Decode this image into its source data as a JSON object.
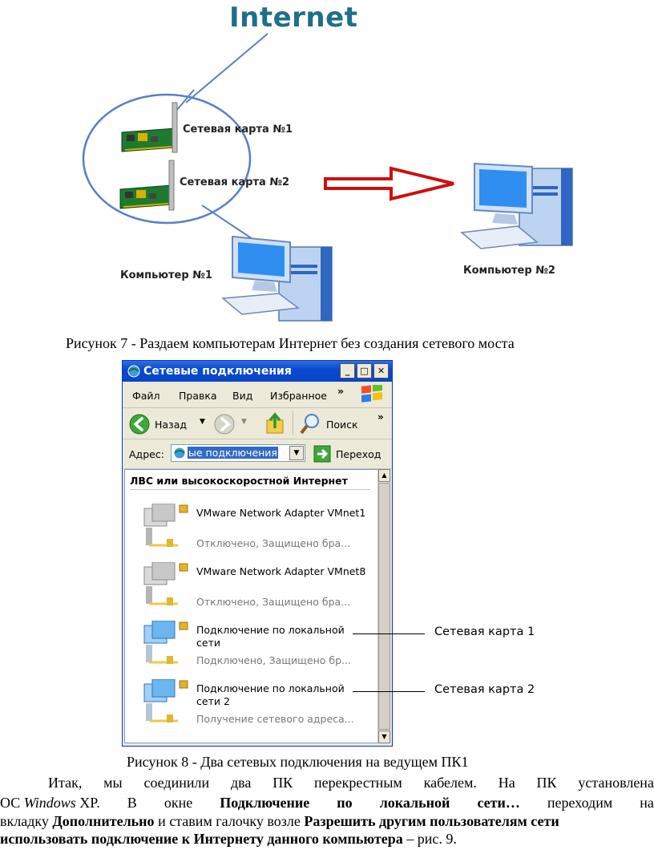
{
  "figure7": {
    "internet_label": "Internet",
    "card1_label": "Сетевая карта №1",
    "card2_label": "Сетевая карта №2",
    "computer1_label": "Компьютер №1",
    "computer2_label": "Компьютер №2",
    "caption": "Рисунок 7 - Раздаем компьютерам Интернет без создания сетевого моста"
  },
  "figure8": {
    "window_title": "Сетевые подключения",
    "menu": [
      "Файл",
      "Правка",
      "Вид",
      "Избранное"
    ],
    "menu_more": "»",
    "toolbar": {
      "back": "Назад",
      "search": "Поиск",
      "more": "»"
    },
    "address": {
      "label": "Адрес:",
      "value": "ые подключения",
      "go": "Переход"
    },
    "group_header": "ЛВС или высокоскоростной Интернет",
    "connections": [
      {
        "name": "VMware Network Adapter VMnet1",
        "status": "Отключено, Защищено бра..."
      },
      {
        "name": "VMware Network Adapter VMnet8",
        "status": "Отключено, Защищено бра..."
      },
      {
        "name": "Подключение по локальной сети",
        "status": "Подключено, Защищено бр..."
      },
      {
        "name": "Подключение по локальной сети 2",
        "status": "Получение сетевого адреса..."
      }
    ],
    "annotations": [
      "Сетевая карта 1",
      "Сетевая карта 2"
    ],
    "caption": "Рисунок 8 - Два сетевых подключения на ведущем ПК1"
  },
  "body": {
    "line1": [
      "Итак,",
      "мы",
      "соединили",
      "два",
      "ПК",
      "перекрестным",
      "кабелем.",
      "На",
      "ПК",
      "установлена"
    ],
    "line2_a": "ОС",
    "line2_b": "Windows",
    "line2_c": "XP.",
    "line2_d": "В",
    "line2_e": "окне",
    "line2_f": "Подключение",
    "line2_g": "по",
    "line2_h": "локальной",
    "line2_i": "сети…",
    "line2_j": "переходим",
    "line2_k": "на",
    "line3_a": "вкладку",
    "line3_b": "Дополнительно",
    "line3_c": "и ставим галочку возле",
    "line3_d": "Разрешить другим пользователям сети",
    "line4_a": "использовать подключение к Интернету данного компьютера",
    "line4_b": "– рис. 9."
  },
  "colors": {
    "internet": "#1f6f8b",
    "circle": "#5a7fc4",
    "arrow": "#cc1010",
    "xp_title": "#0a49d0"
  }
}
